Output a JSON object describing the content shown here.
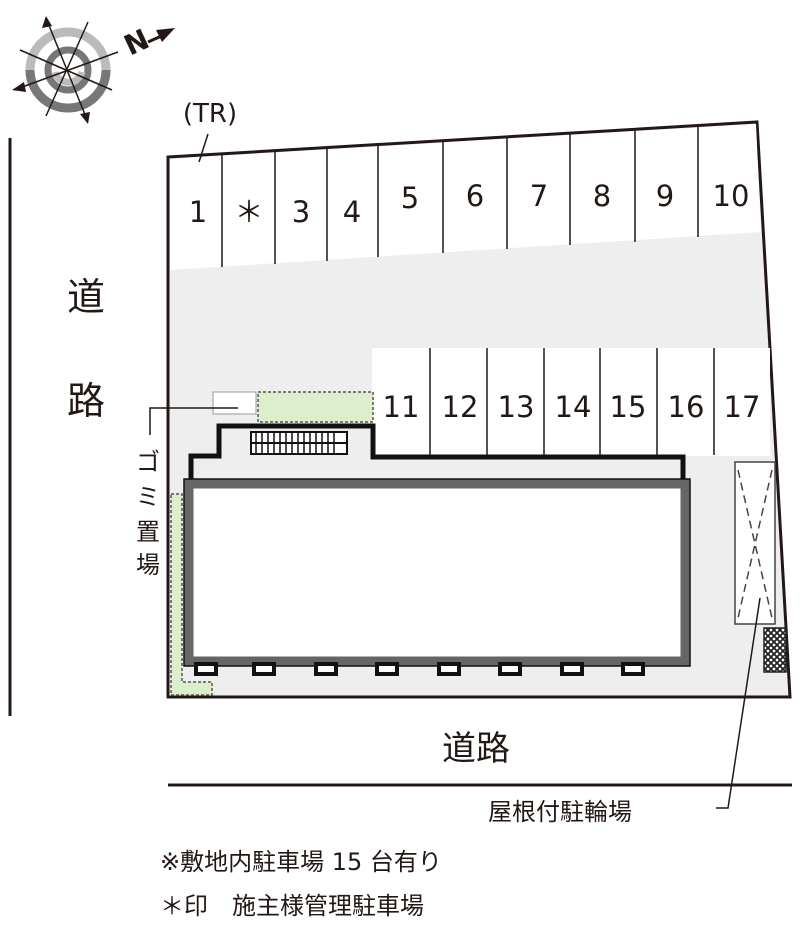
{
  "compass": {
    "north_label": "N",
    "icon": "compass-rose-icon"
  },
  "transformer_label": "(TR)",
  "roads": {
    "left": [
      "道",
      "路"
    ],
    "bottom": "道路"
  },
  "parking_row_top": [
    "1",
    "＊",
    "3",
    "4",
    "5",
    "6",
    "7",
    "8",
    "9",
    "10"
  ],
  "parking_row_middle": [
    "11",
    "12",
    "13",
    "14",
    "15",
    "16",
    "17"
  ],
  "garbage_label": [
    "ゴ",
    "ミ",
    "置",
    "場"
  ],
  "bike_parking_label": "屋根付駐輪場",
  "notes": [
    "※敷地内駐車場 15 台有り",
    "＊印　施主様管理駐車場"
  ],
  "colors": {
    "lot": "#eeeeee",
    "hedge": "#ddeecc",
    "wall": "#666666",
    "line": "#231815"
  }
}
